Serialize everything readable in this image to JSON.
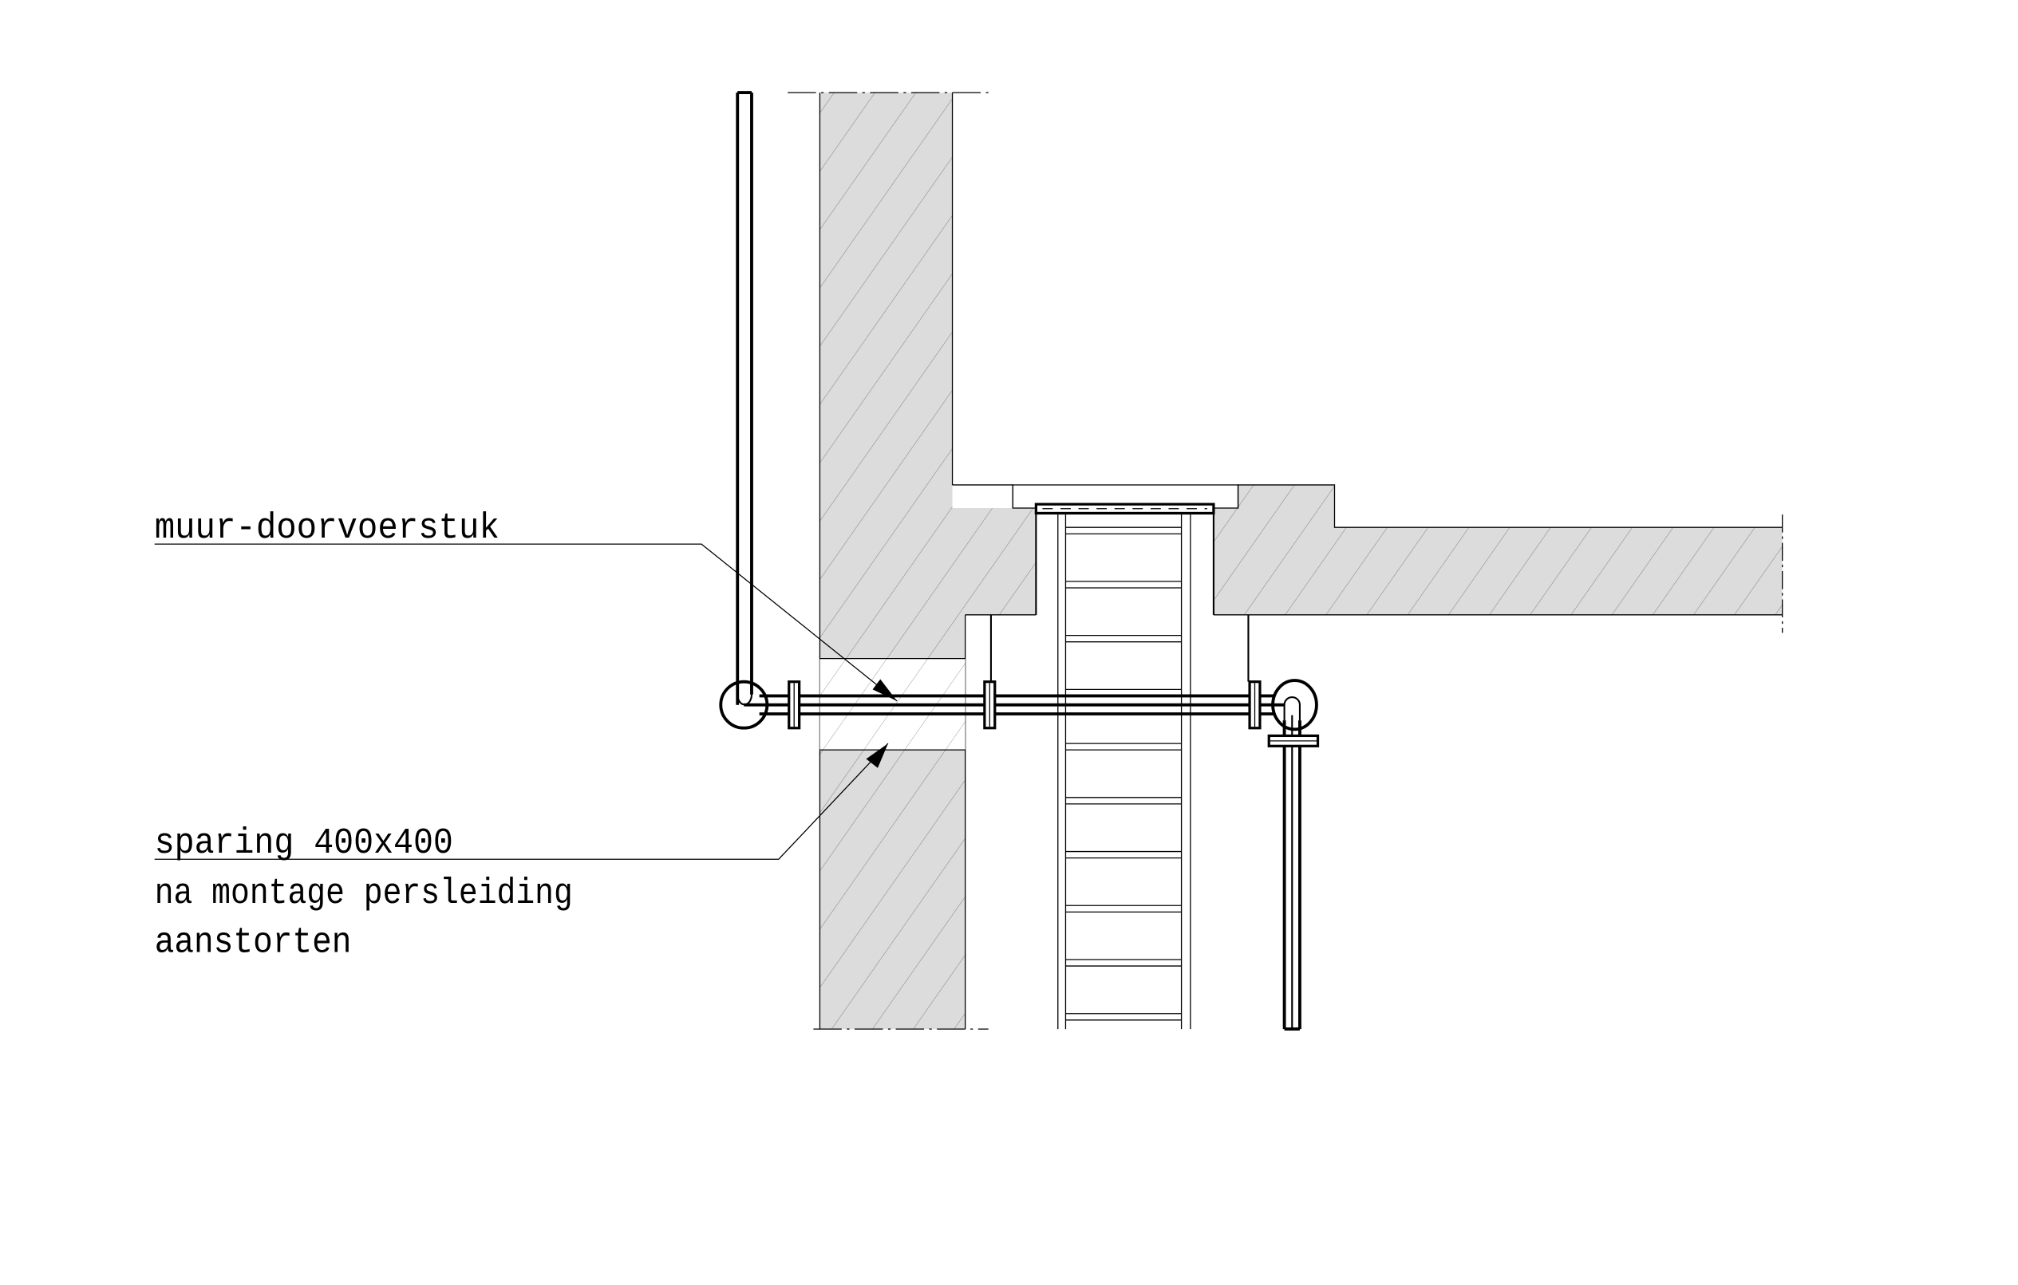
{
  "drawing": {
    "labels": {
      "wall_sleeve": "muur-doorvoerstuk",
      "opening": "sparing 400x400",
      "opening_note_1": "na montage persleiding",
      "opening_note_2": "aanstorten"
    },
    "colors": {
      "concrete_fill": "#dcdcdc",
      "line": "#000000",
      "background": "#ffffff"
    }
  }
}
